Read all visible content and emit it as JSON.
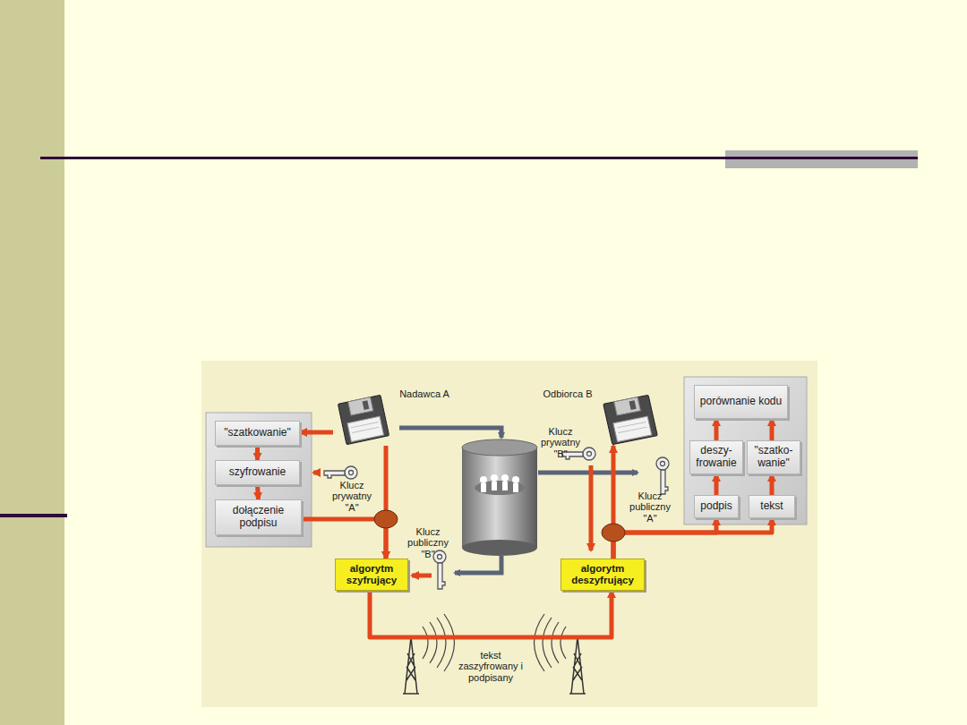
{
  "diagram": {
    "nodes": [
      {
        "text": [
          "\"szatkowanie\""
        ]
      },
      {
        "text": [
          "szyfrowanie"
        ]
      },
      {
        "text": [
          "dołączenie podpisu"
        ]
      },
      {
        "text": [
          "Nadawca A"
        ]
      },
      {
        "text": [
          "algorytm szyfrujący"
        ]
      },
      {
        "text": [
          "Odbiorca B"
        ]
      },
      {
        "text": [
          "algorytm deszyfrujący"
        ]
      },
      {
        "text": [
          "porównanie kodu"
        ]
      },
      {
        "text": [
          "deszy- frowanie"
        ]
      },
      {
        "text": [
          "\"szatko- wanie\""
        ]
      },
      {
        "text": [
          "podpis"
        ]
      },
      {
        "text": [
          "tekst"
        ]
      }
    ],
    "edges": [
      {
        "from": 0,
        "to": 1,
        "arrow": "to"
      },
      {
        "from": 1,
        "to": 2,
        "arrow": "to"
      },
      {
        "from": 3,
        "to": 0,
        "arrow": "to"
      },
      {
        "from": 2,
        "to": 4,
        "arrow": "to"
      },
      {
        "from": 3,
        "to": 4,
        "arrow": "to"
      },
      {
        "from": 4,
        "to": 6,
        "label": "tekst zaszyfrowany i podpisany",
        "arrow": "to"
      },
      {
        "from": 6,
        "to": 5,
        "arrow": "to"
      },
      {
        "from": 6,
        "to": 10,
        "arrow": "to"
      },
      {
        "from": 6,
        "to": 11,
        "arrow": "to"
      },
      {
        "from": 10,
        "to": 8,
        "arrow": "to"
      },
      {
        "from": 11,
        "to": 9,
        "arrow": "to"
      },
      {
        "from": 8,
        "to": 7,
        "arrow": "to"
      },
      {
        "from": 9,
        "to": 7,
        "arrow": "to"
      }
    ],
    "labels": [
      "Klucz prywatny \"A\"",
      "Klucz publiczny \"B\"",
      "Klucz prywatny \"B\"",
      "Klucz publiczny \"A\""
    ]
  }
}
